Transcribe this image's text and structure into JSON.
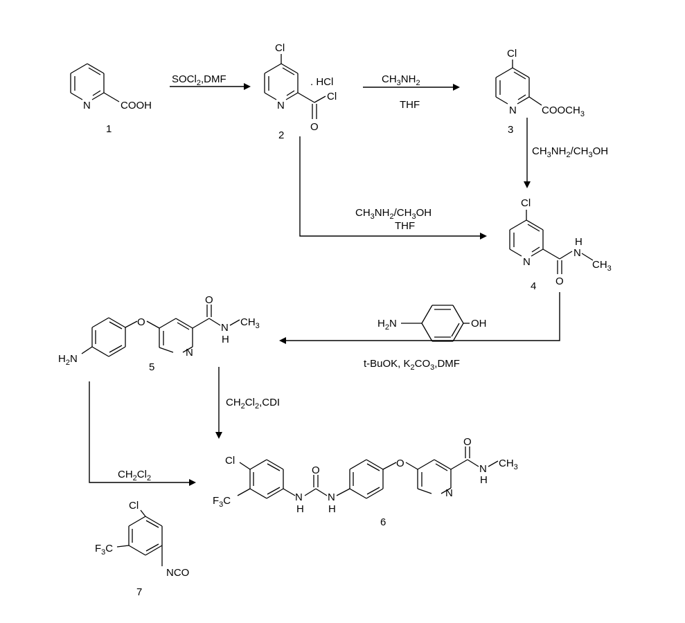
{
  "compounds": [
    {
      "id": "c1",
      "number": "1",
      "atoms": {
        "N": "N",
        "COOH": "COOH"
      }
    },
    {
      "id": "c2",
      "number": "2",
      "atoms": {
        "Cl_top": "Cl",
        "N": "N",
        "Cl_acyl": "Cl",
        "O": "O",
        "salt": ". HCl"
      }
    },
    {
      "id": "c3",
      "number": "3",
      "atoms": {
        "Cl_top": "Cl",
        "N": "N",
        "ester": "COOCH3"
      }
    },
    {
      "id": "c4",
      "number": "4",
      "atoms": {
        "Cl_top": "Cl",
        "N": "N",
        "NH_H": "H",
        "NH_N": "N",
        "CH3": "CH3",
        "O": "O"
      }
    },
    {
      "id": "c5",
      "number": "5",
      "atoms": {
        "O_ether": "O",
        "N": "N",
        "O": "O",
        "NH_N": "N",
        "NH_H": "H",
        "CH3": "CH3",
        "H2N": "H2N"
      }
    },
    {
      "id": "c6",
      "number": "6",
      "atoms": {
        "Cl": "Cl",
        "F3C": "F3C",
        "NH1_N": "N",
        "NH1_H": "H",
        "O_urea": "O",
        "NH2_N": "N",
        "NH2_H": "H",
        "O_ether": "O",
        "N": "N",
        "O_amide": "O",
        "NH_N": "N",
        "NH_H": "H",
        "CH3": "CH3"
      }
    },
    {
      "id": "c7",
      "number": "7",
      "atoms": {
        "Cl": "Cl",
        "F3C": "F3C",
        "NCO": "NCO"
      }
    }
  ],
  "reactions": [
    {
      "id": "r1",
      "from": "1",
      "to": "2",
      "conditions": [
        "SOCl2,DMF"
      ]
    },
    {
      "id": "r2",
      "from": "2",
      "to": "3",
      "conditions": [
        "CH3NH2",
        "THF"
      ]
    },
    {
      "id": "r3",
      "from": "3",
      "to": "4",
      "conditions": [
        "CH3NH2/CH3OH"
      ]
    },
    {
      "id": "r4",
      "from": "2",
      "to": "4",
      "conditions": [
        "CH3NH2/CH3OH",
        "THF"
      ]
    },
    {
      "id": "r5",
      "from": "4",
      "to": "5",
      "conditions": [
        "t-BuOK, K2CO3,DMF"
      ],
      "reagent": {
        "left": "H2N",
        "right": "OH"
      }
    },
    {
      "id": "r6",
      "from": "5",
      "to": "6",
      "conditions": [
        "CH2Cl2,CDI"
      ]
    },
    {
      "id": "r7",
      "from": "5",
      "to": "6",
      "conditions": [
        "CH2Cl2"
      ]
    }
  ]
}
